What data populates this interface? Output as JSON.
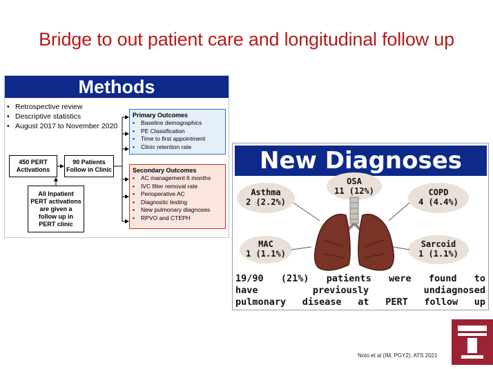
{
  "slide": {
    "title": "Bridge to out patient care and longitudinal follow up",
    "citation": "Noto et al (IM, PGY2). ATS 2021"
  },
  "methods": {
    "header": "Methods",
    "bullets": [
      "Retrospective review",
      "Descriptive statistics",
      "August 2017 to November 2020"
    ],
    "box_pert": [
      "450 PERT",
      "Activations"
    ],
    "box_followup": [
      "90 Patients",
      "Follow in Clinic"
    ],
    "box_inpatient": [
      "All Inpatient",
      "PERT activations",
      "are given a",
      "follow up in",
      "PERT clinic"
    ],
    "primary_outcomes": {
      "title": "Primary Outcomes",
      "items": [
        "Baseline demographics",
        "PE Classification",
        "Time to first appointment",
        "Clinic retention rate"
      ]
    },
    "secondary_outcomes": {
      "title": "Secondary Outcomes",
      "items": [
        "AC management 6 months",
        "IVC filter removal rate",
        "Perioperative AC",
        "Diagnostic testing",
        "New pulmonary diagnoses",
        "RPVO and CTEPH"
      ]
    },
    "colors": {
      "header": "#0d2a8a",
      "primary_border": "#2e6fd0",
      "secondary_border": "#c8361b"
    }
  },
  "diagnoses": {
    "header": "New Diagnoses",
    "items": [
      {
        "name": "Asthma",
        "value": "2 (2.2%)"
      },
      {
        "name": "OSA",
        "value": "11 (12%)"
      },
      {
        "name": "COPD",
        "value": "4 (4.4%)"
      },
      {
        "name": "MAC",
        "value": "1 (1.1%)"
      },
      {
        "name": "Sarcoid",
        "value": "1 (1.1%)"
      }
    ],
    "conclusion": [
      "19/90 (21%) patients were found to",
      "have previously undiagnosed",
      "pulmonary disease at PERT follow up"
    ],
    "colors": {
      "header": "#0d2a8a",
      "lungs": "#7a3327",
      "bubble": "#e9e0d8"
    }
  },
  "logo": {
    "icon": "temple-t-logo",
    "color": "#9d2235"
  }
}
